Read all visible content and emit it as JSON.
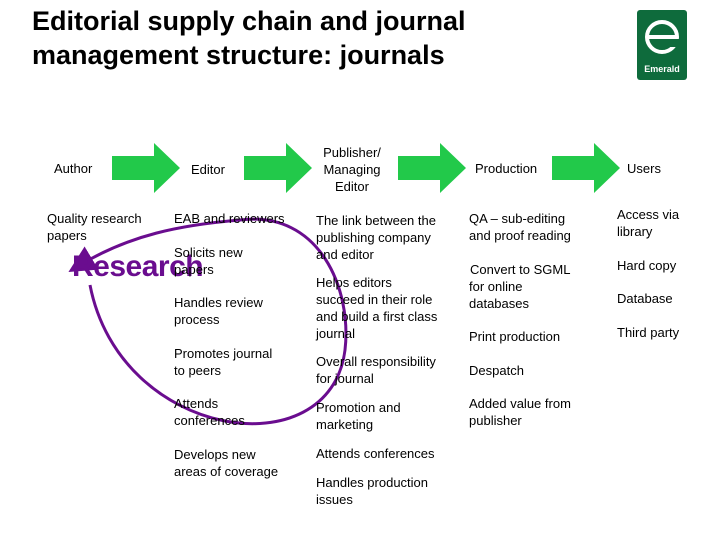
{
  "title_line1": "Editorial supply chain and journal",
  "title_line2": "management structure: journals",
  "logo_label": "Emerald",
  "headers": {
    "author": "Author",
    "editor": "Editor",
    "publisher_line1": "Publisher/",
    "publisher_line2": "Managing",
    "publisher_line3": "Editor",
    "production": "Production",
    "users": "Users"
  },
  "research_label": "Research",
  "colors": {
    "arrow_green": "#22c94a",
    "research_purple": "#6a0d8f",
    "logo_green": "#0e6b3c"
  },
  "author_col": [
    "Quality research",
    "papers"
  ],
  "editor_col": {
    "eab": "EAB and reviewers",
    "solicits_1": "Solicits new",
    "solicits_2": "papers",
    "handles_1": "Handles review",
    "handles_2": "process",
    "promotes_1": "Promotes journal",
    "promotes_2": "to peers",
    "attends_1": "Attends",
    "attends_2": "conferences",
    "develops_1": "Develops new",
    "develops_2": "areas of coverage"
  },
  "publisher_col": {
    "link_1": "The link between the",
    "link_2": "publishing company",
    "link_3": "and editor",
    "helps_1": "Helps editors",
    "helps_2": "succeed in their role",
    "helps_3": "and build a first class",
    "helps_4": "journal",
    "overall_1": "Overall responsibility",
    "overall_2": "for journal",
    "promo_1": "Promotion and",
    "promo_2": "marketing",
    "attends": "Attends conferences",
    "handles_1": "Handles production",
    "handles_2": "issues"
  },
  "production_col": {
    "qa_1": "QA – sub-editing",
    "qa_2": "and proof reading",
    "sgml_1": "Convert to SGML",
    "sgml_2": "for online",
    "sgml_3": "databases",
    "print": "Print production",
    "despatch": "Despatch",
    "added_1": "Added value from",
    "added_2": "publisher"
  },
  "users_col": {
    "access_1": "Access via",
    "access_2": "library",
    "hard": "Hard copy",
    "database": "Database",
    "third": "Third party"
  }
}
